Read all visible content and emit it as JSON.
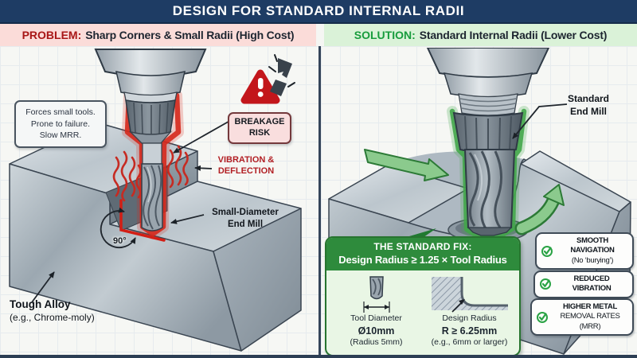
{
  "header": {
    "title": "DESIGN FOR STANDARD INTERNAL RADII"
  },
  "problem_panel": {
    "banner_label": "PROBLEM:",
    "banner_text": "Sharp Corners & Small Radii (High Cost)",
    "note_box": {
      "line1": "Forces small tools.",
      "line2": "Prone to failure.",
      "line3": "Slow MRR."
    },
    "breakage_badge": {
      "line1": "BREAKAGE",
      "line2": "RISK"
    },
    "vibration_label": {
      "line1": "VIBRATION &",
      "line2": "DEFLECTION"
    },
    "end_mill_label": {
      "line1": "Small-Diameter",
      "line2": "End Mill"
    },
    "angle_label": "90°",
    "material_label": {
      "line1": "Tough Alloy",
      "line2": "(e.g., Chrome-moly)"
    }
  },
  "solution_panel": {
    "banner_label": "SOLUTION:",
    "banner_text": "Standard Internal Radii (Lower Cost)",
    "end_mill_label": {
      "line1": "Standard",
      "line2": "End Mill"
    },
    "fix_box": {
      "header_line1": "THE STANDARD FIX:",
      "header_line2": "Design Radius ≥ 1.25 × Tool Radius",
      "tool_column": {
        "line1": "Tool Diameter",
        "line2": "Ø10mm",
        "line3": "(Radius 5mm)"
      },
      "radius_column": {
        "line1": "Design Radius",
        "line2": "R ≥ 6.25mm",
        "line3": "(e.g., 6mm or larger)"
      }
    },
    "benefits": [
      {
        "line1": "SMOOTH NAVIGATION",
        "line2": "(No ‘burying’)"
      },
      {
        "line1": "REDUCED VIBRATION",
        "line2": ""
      },
      {
        "line1": "HIGHER METAL",
        "line2": "REMOVAL RATES (MRR)"
      }
    ]
  },
  "colors": {
    "header_bg": "#1e3c64",
    "problem_bg": "#fbdcd9",
    "problem_accent": "#a81616",
    "solution_bg": "#daf2d8",
    "solution_accent": "#179c3c",
    "danger_red": "#c3161b",
    "fix_green": "#2e8b3c",
    "steel_gray": "#aab4bc"
  }
}
